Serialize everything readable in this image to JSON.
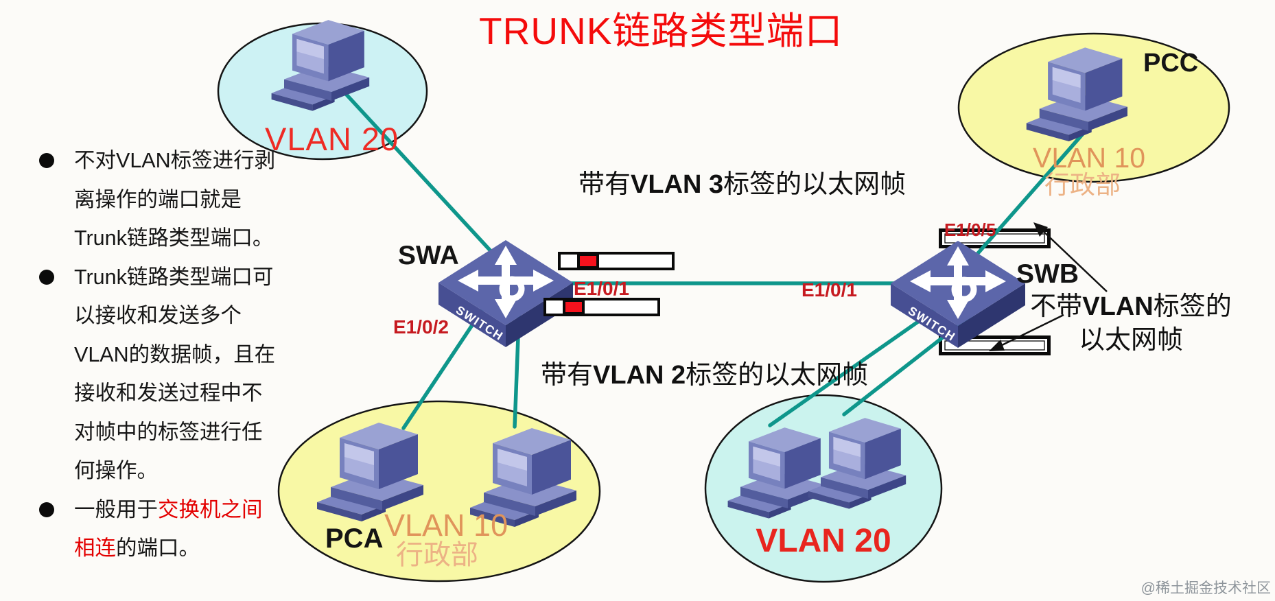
{
  "title": "TRUNK链路类型端口",
  "bullets": {
    "item1": "不对VLAN标签进行剥离操作的端口就是Trunk链路类型端口。",
    "item2": "Trunk链路类型端口可以接收和发送多个VLAN的数据帧，且在接收和发送过程中不对帧中的标签进行任何操作。",
    "item3": {
      "prefix": "一般用于",
      "highlight": "交换机之间相连",
      "suffix": "的端口。"
    }
  },
  "annotations": {
    "tagged_vlan3": {
      "prefix": "带有",
      "tag": "VLAN 3",
      "suffix": "标签的以太网帧"
    },
    "tagged_vlan2": {
      "prefix": "带有",
      "tag": "VLAN 2",
      "suffix": "标签的以太网帧"
    },
    "untagged": {
      "prefix": "不带",
      "tag": "VLAN",
      "suffix": "标签的",
      "line2": "以太网帧"
    }
  },
  "devices": {
    "switch_a": "SWA",
    "switch_b": "SWB",
    "switch_face": "SWITCH",
    "pc_a": "PCA",
    "pc_c": "PCC"
  },
  "ports": {
    "swa_downlink": "E1/0/2",
    "swa_trunk": "E1/0/1",
    "swb_trunk": "E1/0/1",
    "swb_uplink": "E1/0/5"
  },
  "zones": {
    "top_left": {
      "vlan": "VLAN 20"
    },
    "bottom_left": {
      "vlan": "VLAN 10",
      "dept": "行政部"
    },
    "top_right": {
      "vlan": "VLAN 10",
      "dept": "行政部"
    },
    "bottom_right": {
      "vlan": "VLAN 20"
    }
  },
  "watermark": "@稀土掘金技术社区",
  "colors": {
    "title_red": "#F40B0B",
    "port_red": "#C61A20",
    "highlight_red": "#E30000",
    "link_teal": "#0E968B",
    "vlan20_red": "#EE2B24",
    "vlan10_orange": "#E0945A",
    "dept_orange": "#ECB285",
    "zone_yellow": "#F8F8A5",
    "zone_cyan": "#CDF2F4",
    "frame_tag_red": "#F5121D",
    "switch_body": "#5C66AA",
    "pc_body": "#7781BE"
  }
}
